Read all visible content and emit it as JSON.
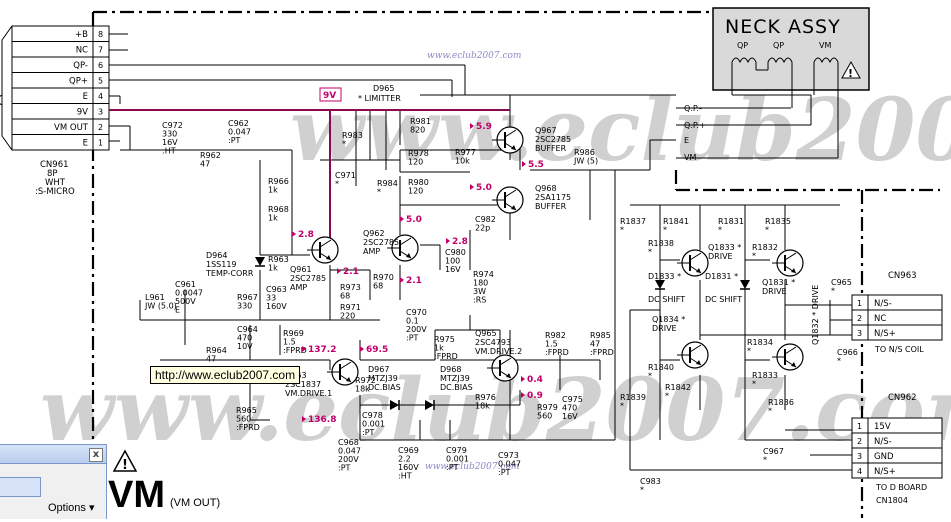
{
  "watermark": {
    "big_text": "www.eclub2007.com",
    "url_top": "www.eclub2007.com",
    "url_bottom": "www.eclub2007.com"
  },
  "neck": {
    "title": "NECK ASSY",
    "coil_labels": [
      "QP",
      "QP",
      "VM"
    ],
    "signals": [
      "Q.P.-",
      "Q.P.+",
      "E",
      "VM"
    ]
  },
  "cn961": {
    "pins": [
      {
        "num": "8",
        "label": "+B"
      },
      {
        "num": "7",
        "label": "NC"
      },
      {
        "num": "6",
        "label": "QP-"
      },
      {
        "num": "5",
        "label": "QP+"
      },
      {
        "num": "4",
        "label": "E"
      },
      {
        "num": "3",
        "label": "9V"
      },
      {
        "num": "2",
        "label": "VM OUT"
      },
      {
        "num": "1",
        "label": "E"
      }
    ],
    "ref": "CN961",
    "line2": "8P",
    "line3": "WHT",
    "line4": ":S-MICRO"
  },
  "cn963": {
    "ref": "CN963",
    "pins": [
      {
        "num": "1",
        "label": "N/S-"
      },
      {
        "num": "2",
        "label": "NC"
      },
      {
        "num": "3",
        "label": "N/S+"
      }
    ],
    "note": "TO N/S COIL"
  },
  "cn962": {
    "ref": "CN962",
    "pins": [
      {
        "num": "1",
        "label": "15V"
      },
      {
        "num": "2",
        "label": "N/S-"
      },
      {
        "num": "3",
        "label": "GND"
      },
      {
        "num": "4",
        "label": "N/S+"
      }
    ],
    "note1": "TO D BOARD",
    "note2": "CN1804"
  },
  "rail_label": "9V",
  "d965": {
    "ref": "D965",
    "desc": "* LIMITTER"
  },
  "transistors": [
    {
      "ref": "Q967",
      "part": "2SC2785",
      "role": "BUFFER"
    },
    {
      "ref": "Q968",
      "part": "2SA1175",
      "role": "BUFFER"
    },
    {
      "ref": "Q962",
      "part": "2SC2785",
      "role": "AMP"
    },
    {
      "ref": "Q961",
      "part": "2SC2785",
      "role": "AMP"
    },
    {
      "ref": "Q963",
      "part": "2SC1837",
      "role": "VM.DRIVE.1"
    },
    {
      "ref": "Q965",
      "part": "2SC4793",
      "role": "VM.DRIVE.2"
    },
    {
      "ref": "Q1833",
      "part": "*",
      "role": "DRIVE"
    },
    {
      "ref": "Q1831",
      "part": "*",
      "role": "DRIVE"
    },
    {
      "ref": "Q1834",
      "part": "*",
      "role": "DRIVE"
    },
    {
      "ref": "Q1832",
      "part": "*",
      "role": "DRIVE"
    }
  ],
  "diodes": [
    {
      "ref": "D964",
      "part": "1SS119",
      "role": "TEMP-CORR"
    },
    {
      "ref": "D967",
      "part": "MTZJ39",
      "role": "DC.BIAS"
    },
    {
      "ref": "D968",
      "part": "MTZJ39",
      "role": "DC.BIAS"
    },
    {
      "ref": "D1833",
      "part": "*",
      "role": "DC SHIFT"
    },
    {
      "ref": "D1831",
      "part": "*",
      "role": "DC SHIFT"
    }
  ],
  "components": {
    "c972": [
      "C972",
      "330",
      "16V",
      ":HT"
    ],
    "c962": [
      "C962",
      "0.047",
      ":PT"
    ],
    "r962": [
      "R962",
      "47"
    ],
    "r983": [
      "R983",
      "*"
    ],
    "r981": [
      "R981",
      "820"
    ],
    "r978": [
      "R978",
      "120"
    ],
    "r977": [
      "R977",
      "10k"
    ],
    "r986": [
      "R986",
      "JW (5)"
    ],
    "c971": [
      "C971",
      "*"
    ],
    "r984": [
      "R984",
      "*"
    ],
    "r980": [
      "R980",
      "120"
    ],
    "r966": [
      "R966",
      "1k"
    ],
    "r968": [
      "R968",
      "1k"
    ],
    "c982": [
      "C982",
      "22p"
    ],
    "r963": [
      "R963",
      "1k"
    ],
    "c980": [
      "C980",
      "100",
      "16V"
    ],
    "r970": [
      "R970",
      "68"
    ],
    "r973": [
      "R973",
      "68"
    ],
    "r974": [
      "R974",
      "180",
      "3W",
      ":RS"
    ],
    "r971": [
      "R971",
      "220"
    ],
    "c961": [
      "C961",
      "0.0047",
      "500V",
      "E"
    ],
    "l961": [
      "L961",
      "JW (5.0)"
    ],
    "r967": [
      "R967",
      "330"
    ],
    "c963": [
      "C963",
      "33",
      "160V"
    ],
    "c964": [
      "C964",
      "470",
      "10V"
    ],
    "r969": [
      "R969",
      "1.5",
      ":FPRD"
    ],
    "c970": [
      "C970",
      "0.1",
      "200V",
      ":PT"
    ],
    "r975": [
      "R975",
      "1k",
      ":FPRD"
    ],
    "r982": [
      "R982",
      "1.5",
      ":FPRD"
    ],
    "r985": [
      "R985",
      "47",
      ":FPRD"
    ],
    "r964": [
      "R964",
      "47"
    ],
    "r972": [
      "R972",
      "18k"
    ],
    "r976": [
      "R976",
      "18k"
    ],
    "r979": [
      "R979",
      "560"
    ],
    "c975": [
      "C975",
      "470",
      "16V"
    ],
    "r965": [
      "R965",
      "560",
      ":FPRD"
    ],
    "c978": [
      "C978",
      "0.001",
      ":PT"
    ],
    "c968": [
      "C968",
      "0.047",
      "200V",
      ":PT"
    ],
    "c969": [
      "C969",
      "2.2",
      "160V",
      ":HT"
    ],
    "c979": [
      "C979",
      "0.001",
      ":PT"
    ],
    "c973": [
      "C973",
      "0.047",
      ":PT"
    ],
    "r1837": [
      "R1837",
      "*"
    ],
    "r1841": [
      "R1841",
      "*"
    ],
    "r1838": [
      "R1838",
      "*"
    ],
    "r1831": [
      "R1831",
      "*"
    ],
    "r1835": [
      "R1835",
      "*"
    ],
    "r1832": [
      "R1832",
      "*"
    ],
    "c965": [
      "C965",
      "*"
    ],
    "r1840": [
      "R1840",
      "*"
    ],
    "r1839": [
      "R1839",
      "*"
    ],
    "r1842": [
      "R1842",
      "*"
    ],
    "r1834": [
      "R1834",
      "*"
    ],
    "r1833": [
      "R1833",
      "*"
    ],
    "r1836": [
      "R1836",
      "*"
    ],
    "c966": [
      "C966",
      "*"
    ],
    "c967": [
      "C967",
      "*"
    ],
    "c983": [
      "C983",
      "*"
    ]
  },
  "voltages": [
    "5.9",
    "5.5",
    "5.0",
    "5.0",
    "2.8",
    "2.8",
    "2.1",
    "2.1",
    "137.2",
    "69.5",
    "0.4",
    "0.9",
    "136.8"
  ],
  "ui": {
    "tooltip": "http://www.eclub2007.com",
    "close": "x",
    "options": "Options",
    "warn": "!",
    "vm_big": "VM",
    "vm_out": "(VM OUT)"
  }
}
